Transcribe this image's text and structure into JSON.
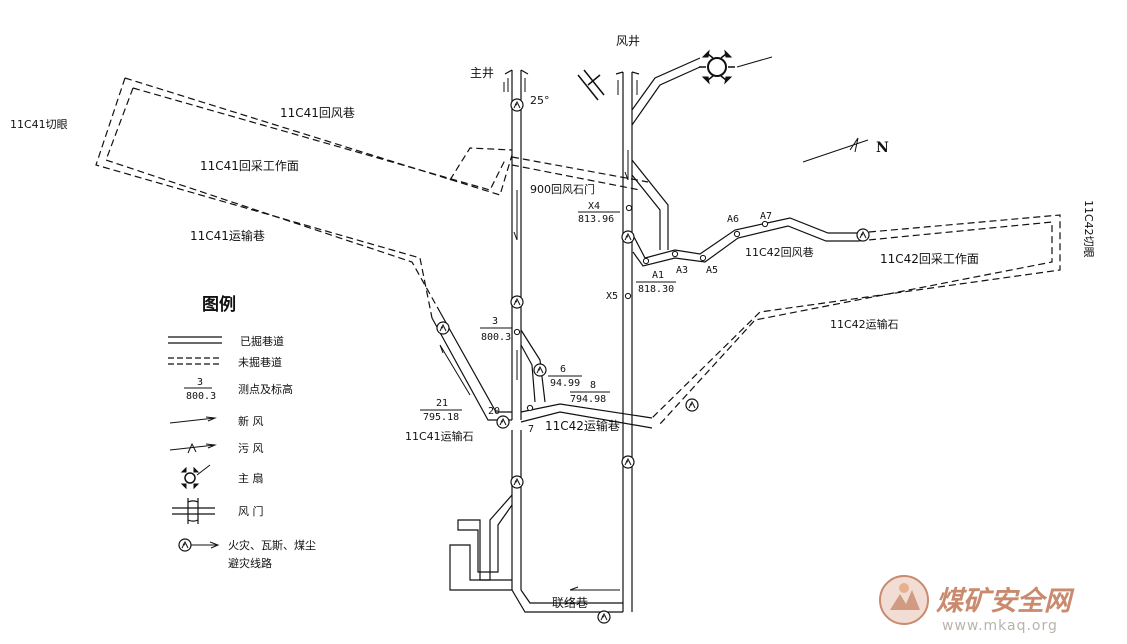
{
  "labels": {
    "main_shaft": "主井",
    "air_shaft": "风井",
    "angle": "25°",
    "north": "N",
    "c41_cut": "11C41切眼",
    "c41_return_road": "11C41回风巷",
    "c41_face": "11C41回采工作面",
    "c41_haul_road": "11C41运输巷",
    "c41_haul_stone": "11C41运输石",
    "door_900": "900回风石门",
    "c42_return_road": "11C42回风巷",
    "c42_face": "11C42回采工作面",
    "c42_cut": "11C42切眼",
    "c42_haul_stone": "11C42运输石",
    "c42_haul_road": "11C42运输巷",
    "link_road": "联络巷"
  },
  "points": {
    "x4": {
      "name": "X4",
      "elev": "813.96"
    },
    "a1": {
      "name": "A1",
      "elev": "818.30"
    },
    "a3": "A3",
    "a5": "A5",
    "a6": "A6",
    "a7": "A7",
    "x5": "X5",
    "p3": {
      "name": "3",
      "elev": "800.3"
    },
    "p6": {
      "name": "6",
      "elev": "94.99"
    },
    "p8": {
      "name": "8",
      "elev": "794.98"
    },
    "p21": {
      "name": "21",
      "elev": "795.18"
    },
    "p20": "20",
    "p7": "7"
  },
  "legend": {
    "title": "图例",
    "dug": "已掘巷道",
    "undug": "未掘巷道",
    "survey_num": "3",
    "survey_elev": "800.3",
    "survey": "测点及标高",
    "fresh": "新   风",
    "foul": "污   风",
    "fan": "主   扇",
    "door": "风   门",
    "escape1": "火灾、瓦斯、煤尘",
    "escape2": "避灾线路"
  },
  "watermark": {
    "name": "煤矿安全网",
    "url": "www.mkaq.org"
  }
}
